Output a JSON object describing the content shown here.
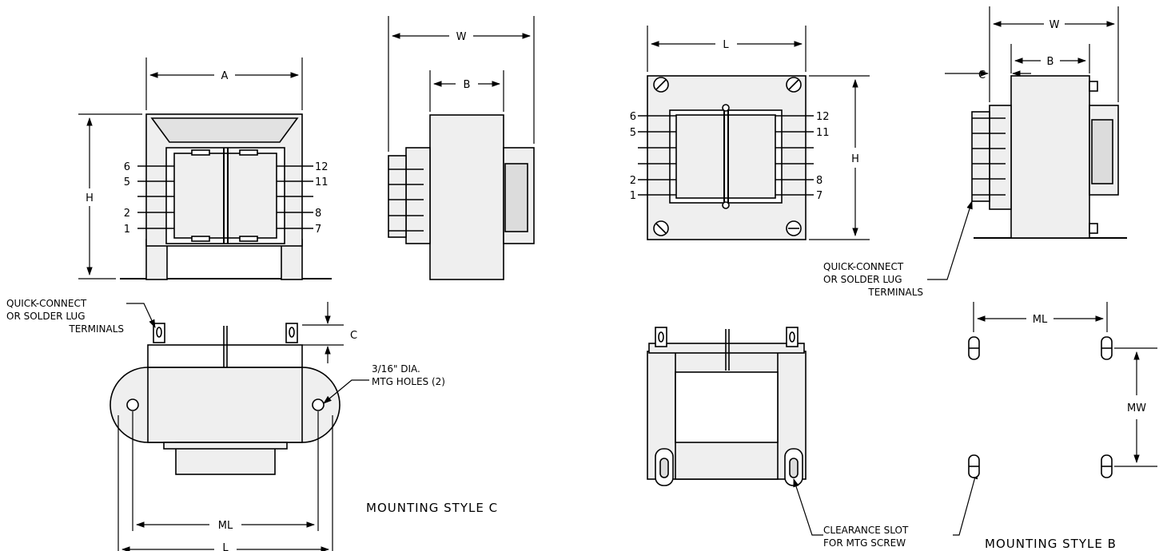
{
  "style_c": {
    "caption": "MOUNTING STYLE C",
    "dims": {
      "A": "A",
      "W": "W",
      "B": "B",
      "H": "H",
      "C": "C",
      "ML": "ML",
      "L": "L"
    },
    "left_pins": [
      "6",
      "5",
      "2",
      "1"
    ],
    "right_pins": [
      "12",
      "11",
      "8",
      "7"
    ],
    "terminal_note": [
      "QUICK-CONNECT",
      "OR SOLDER LUG",
      "TERMINALS"
    ],
    "holes_note": [
      "3/16\" DIA.",
      "MTG HOLES (2)"
    ]
  },
  "style_b": {
    "caption": "MOUNTING STYLE B",
    "dims": {
      "L": "L",
      "H": "H",
      "W": "W",
      "B": "B",
      "C": "C",
      "ML": "ML",
      "MW": "MW"
    },
    "left_pins": [
      "6",
      "5",
      "2",
      "1"
    ],
    "right_pins": [
      "12",
      "11",
      "8",
      "7"
    ],
    "terminal_note": [
      "QUICK-CONNECT",
      "OR SOLDER LUG",
      "TERMINALS"
    ],
    "slot_note": [
      "CLEARANCE SLOT",
      "FOR MTG SCREW"
    ]
  },
  "colors": {
    "body_fill": "#efefef",
    "core_fill": "#dcdcdc",
    "line": "#000000"
  }
}
